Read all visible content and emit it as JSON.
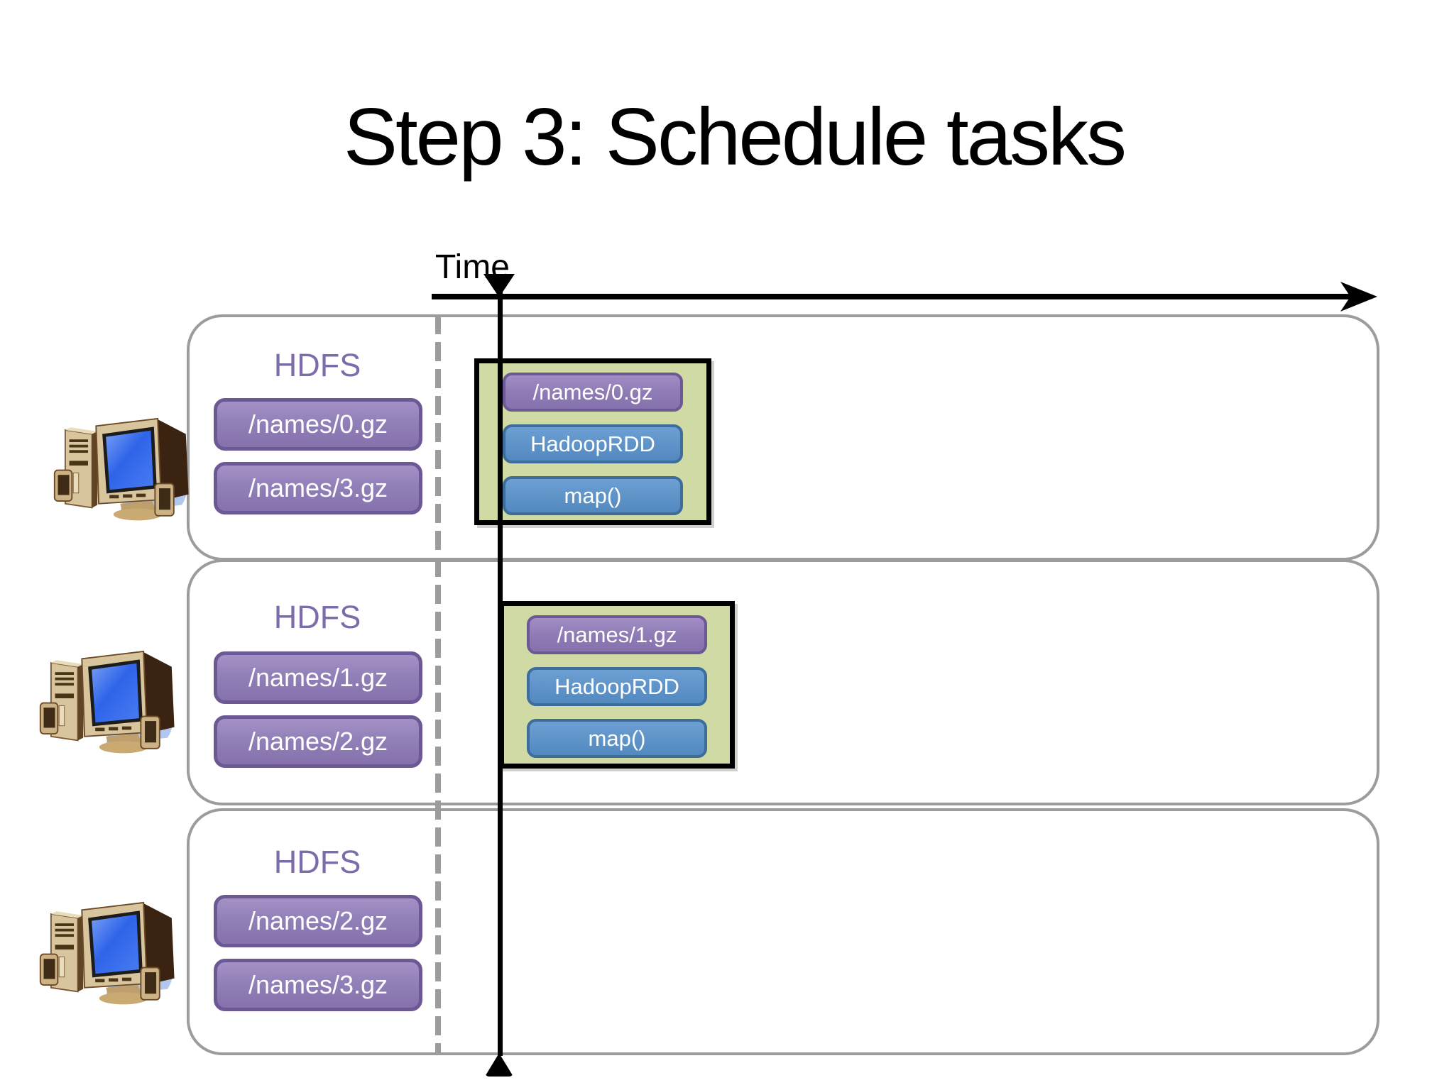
{
  "slide": {
    "title": "Step 3: Schedule tasks"
  },
  "time_axis": {
    "label": "Time"
  },
  "lanes": [
    {
      "hdfs_label": "HDFS",
      "files": [
        "/names/0.gz",
        "/names/3.gz"
      ],
      "task": {
        "file": "/names/0.gz",
        "rdd": "HadoopRDD",
        "op": "map()"
      }
    },
    {
      "hdfs_label": "HDFS",
      "files": [
        "/names/1.gz",
        "/names/2.gz"
      ],
      "task": {
        "file": "/names/1.gz",
        "rdd": "HadoopRDD",
        "op": "map()"
      }
    },
    {
      "hdfs_label": "HDFS",
      "files": [
        "/names/2.gz",
        "/names/3.gz"
      ]
    }
  ],
  "icons": {
    "worker_machine": "desktop-computer-icon"
  },
  "colors": {
    "purple_box": "#9180b8",
    "purple_box_border": "#6b5894",
    "blue_box": "#5e93c8",
    "blue_box_border": "#3e6d9c",
    "task_box_bg": "#cfdaa4",
    "task_box_border": "#000000",
    "hdfs_label_text": "#7d6cab",
    "lane_border": "#9c9c9c",
    "axis": "#000000",
    "box_text": "#ffffff"
  }
}
